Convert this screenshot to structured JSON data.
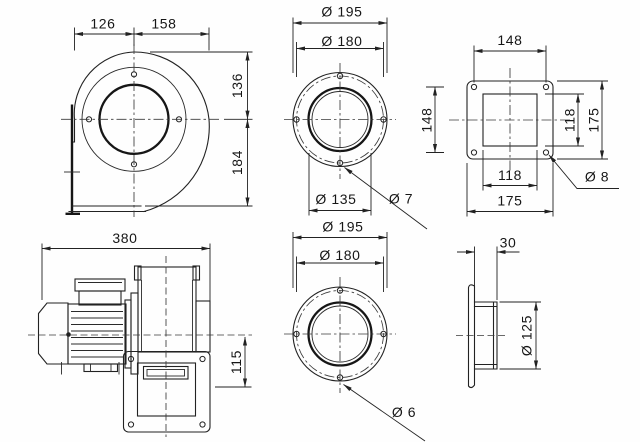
{
  "views": {
    "scroll_front": {
      "dim_width_left": "126",
      "dim_width_right": "158",
      "dim_height_upper": "136",
      "dim_height_lower": "184"
    },
    "inlet_flange_a": {
      "dim_outer": "Ø 195",
      "dim_bolt_circle": "Ø 180",
      "dim_inlet": "Ø 135",
      "dim_bolt_hole": "Ø 7"
    },
    "outlet_flange": {
      "dim_hole_spacing_x": "148",
      "dim_hole_spacing_y": "148",
      "dim_opening_height": "118",
      "dim_flange_height": "175",
      "dim_opening_width": "118",
      "dim_flange_width": "175",
      "dim_bolt_hole": "Ø 8"
    },
    "assembly_side": {
      "dim_overall_length": "380",
      "dim_outlet_offset": "115"
    },
    "inlet_flange_b": {
      "dim_outer": "Ø 195",
      "dim_bolt_circle": "Ø 180",
      "dim_bolt_hole": "Ø 6"
    },
    "inlet_collar": {
      "dim_depth": "30",
      "dim_diameter": "Ø 125"
    }
  }
}
